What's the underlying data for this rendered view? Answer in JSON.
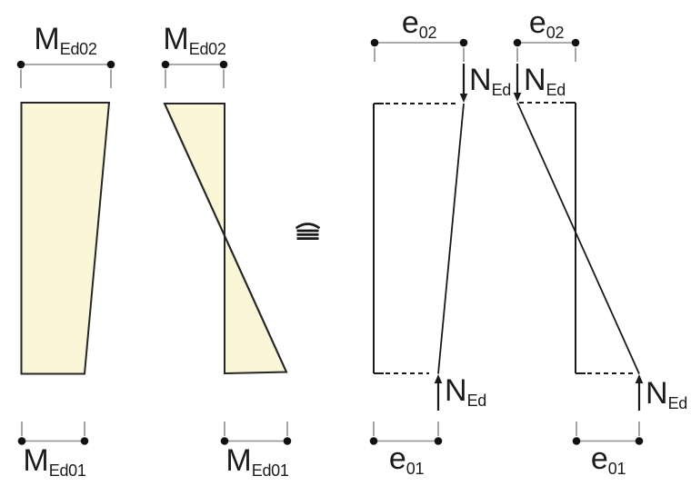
{
  "labels": {
    "moment_top": {
      "symbol": "M",
      "subscript": "Ed02"
    },
    "moment_bottom": {
      "symbol": "M",
      "subscript": "Ed01"
    },
    "eccentricity_top": {
      "symbol": "e",
      "subscript": "02"
    },
    "eccentricity_bottom": {
      "symbol": "e",
      "subscript": "01"
    },
    "axial_force": {
      "symbol": "N",
      "subscript": "Ed"
    },
    "equivalence": "≙"
  },
  "colors": {
    "background": "#ffffff",
    "diagram_fill": "#fbf6d8",
    "diagram_outline": "#262626",
    "line": "#1a1a1a",
    "dim_line": "#8f8f8f",
    "dim_tick": "#6b6b6b",
    "dot": "#111111",
    "text": "#1c1c1c"
  }
}
